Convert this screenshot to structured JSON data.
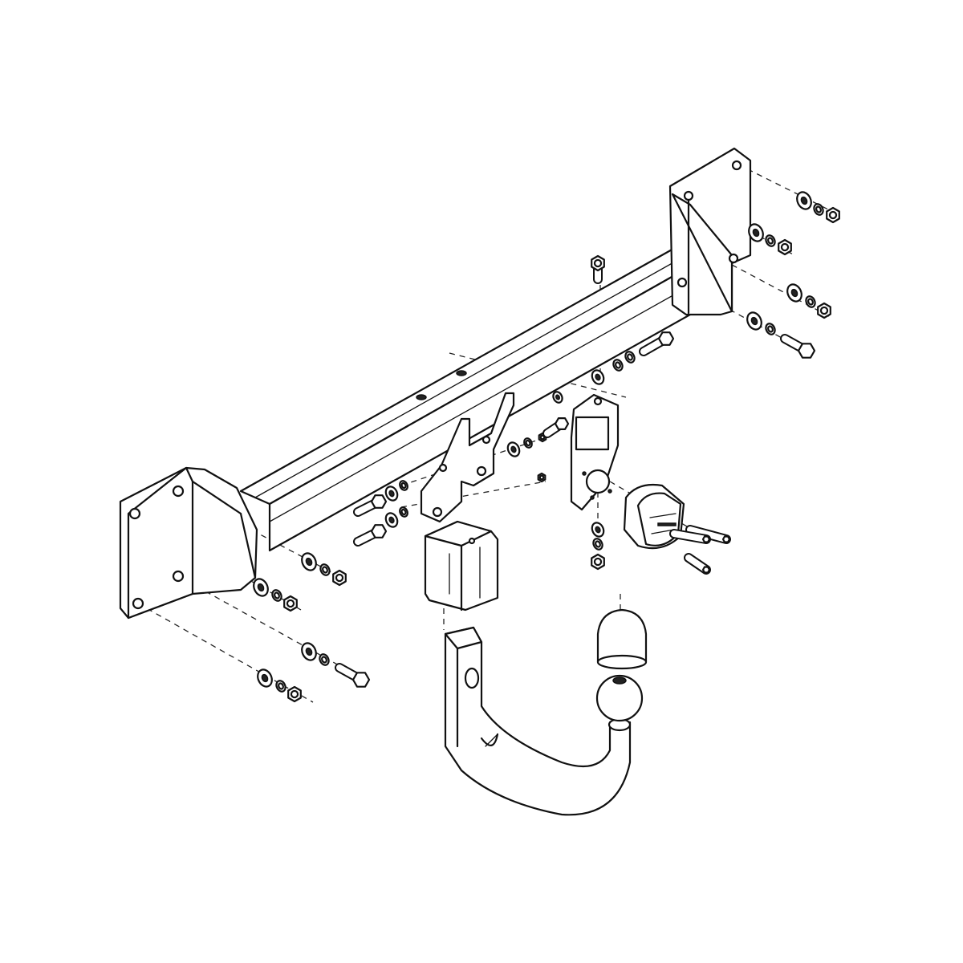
{
  "diagram": {
    "type": "exploded-assembly-drawing",
    "colors": {
      "line": "#111111",
      "background": "#ffffff"
    },
    "components": [
      "crossbar-tube",
      "left-mounting-plate",
      "right-mounting-plate",
      "socket-bracket",
      "electrical-socket",
      "ball-receiver-housing",
      "detachable-ball-neck",
      "tow-ball",
      "ball-cap",
      "bolts",
      "washers",
      "nuts"
    ]
  }
}
